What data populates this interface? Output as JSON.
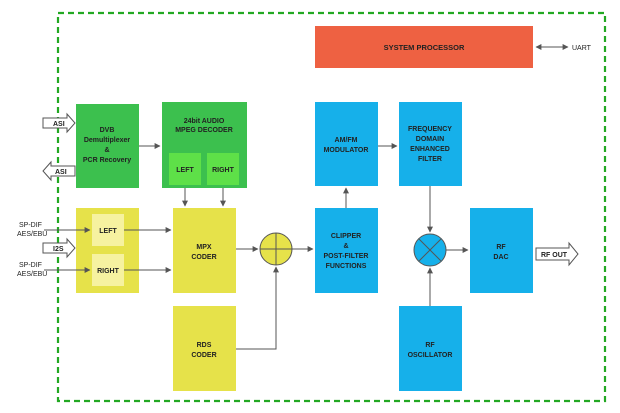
{
  "colors": {
    "frame": "#22a822",
    "green_block": "#3cc04e",
    "green_inner": "#5ee048",
    "yellow_block": "#e6e24a",
    "yellow_inner": "#f6f2a0",
    "blue_block": "#16b0ea",
    "orange_block": "#ee6142",
    "line": "#555555"
  },
  "blocks": {
    "system_processor": "SYSTEM PROCESSOR",
    "dvb": [
      "DVB",
      "Demultiplexer",
      "&",
      "PCR Recovery"
    ],
    "audio_decoder": [
      "24bit AUDIO",
      "MPEG DECODER"
    ],
    "decoder_left": "LEFT",
    "decoder_right": "RIGHT",
    "input_left": "LEFT",
    "input_right": "RIGHT",
    "mpx_coder": [
      "MPX",
      "CODER"
    ],
    "rds_coder": [
      "RDS",
      "CODER"
    ],
    "am_fm_modulator": [
      "AM/FM",
      "MODULATOR"
    ],
    "clipper": [
      "CLIPPER",
      "&",
      "POST-FILTER",
      "FUNCTIONS"
    ],
    "frequency_filter": [
      "FREQUENCY",
      "DOMAIN",
      "ENHANCED",
      "FILTER"
    ],
    "rf_dac": [
      "RF",
      "DAC"
    ],
    "rf_oscillator": [
      "RF",
      "OSCILLATOR"
    ]
  },
  "io_labels": {
    "uart": "UART",
    "asi_in": "ASI",
    "asi_out": "ASI",
    "i2s": "I2S",
    "spdif_top": [
      "SP-DIF",
      "AES/EBU"
    ],
    "spdif_bottom": [
      "SP-DIF",
      "AES/EBU"
    ],
    "rf_out": "RF OUT"
  },
  "icons": {
    "adder": "summing-junction-icon",
    "mixer": "mixer-icon"
  }
}
